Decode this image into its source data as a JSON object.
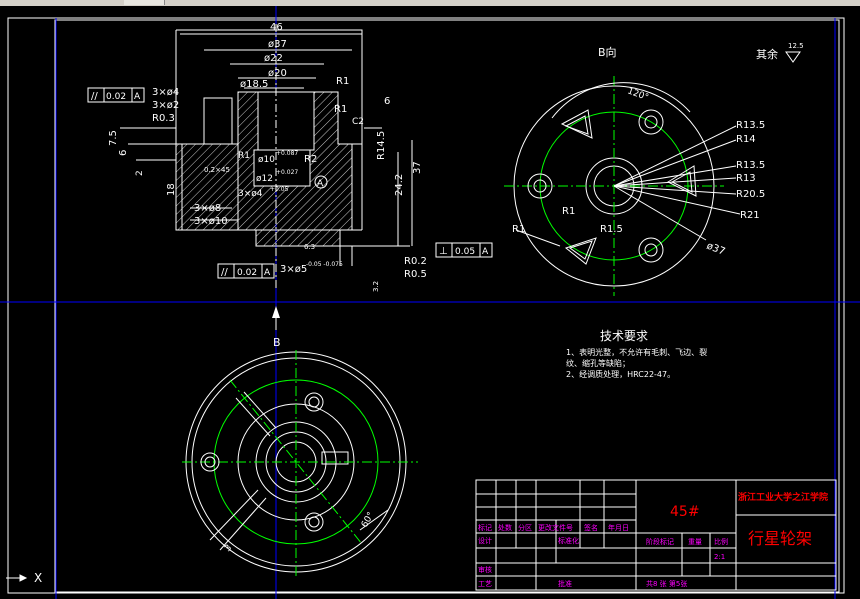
{
  "window": {
    "title_fragment": ""
  },
  "drawing": {
    "view_b_title": "B向",
    "roughness_label": "其余",
    "roughness_value": "12.5",
    "view_b_arrow": "B",
    "dims_top": {
      "d46": "46",
      "d37": "ø37",
      "d22": "ø22",
      "d20": "ø20",
      "d18_5": "ø18.5",
      "r1a": "R1",
      "r1b": "R1",
      "six": "6",
      "c2": "C2"
    },
    "dims_left": {
      "tol1_sym": "//",
      "tol1_val": "0.02",
      "tol1_ref": "A",
      "hole1": "3×ø4",
      "hole2": "3×ø2",
      "r03": "R0.3",
      "v75": "7.5",
      "v6": "6",
      "v2": "2",
      "v18": "18",
      "r1c": "R1",
      "ch": "0.2×45",
      "d3x8": "3×ø8",
      "d3x10": "3×ø10",
      "r2": "R2",
      "r1d": "R1"
    },
    "dims_mid": {
      "d10": "ø10",
      "d10_tol": "+0.087",
      "d12": "ø12",
      "d12_tol": "+0.027",
      "d3x4": "3×ø4",
      "d3x4_tol": "+0.05",
      "datum": "A",
      "r14": "R14.5"
    },
    "dims_right": {
      "v242": "24.2",
      "v37": "37",
      "r02": "R0.2",
      "r05": "R0.5",
      "tol2_sym": "⊥",
      "tol2_val": "0.05",
      "tol2_ref": "A"
    },
    "dims_bottom": {
      "tol3_sym": "//",
      "tol3_val": "0.02",
      "tol3_ref": "A",
      "d3x5": "3×ø5",
      "d3x5_tol": "-0.05\n-0.075",
      "v63": "6.3",
      "v32": "3.2"
    },
    "view_b": {
      "r13_5a": "R13.5",
      "r14": "R14",
      "r13_5b": "R13.5",
      "r13": "R13",
      "r20_5": "R20.5",
      "r21": "R21",
      "d37": "ø37",
      "r1a": "R1",
      "r1b": "R1",
      "r1_5": "R1.5",
      "angle": "120°"
    },
    "bottom_view": {
      "angle": "60°",
      "dim": "3"
    },
    "requirements": {
      "title": "技术要求",
      "line1": "1、表明光整，不允许有毛刺、飞边、裂",
      "line2": "纹、缩孔等缺陷；",
      "line3": "2、经调质处理，HRC22-47。"
    }
  },
  "title_block": {
    "material": "45#",
    "school": "浙江工业大学之江学院",
    "part_name": "行星轮架",
    "row_labels": [
      "标记",
      "处数",
      "分区",
      "更改文件号",
      "签名",
      "年月日"
    ],
    "design": "设计",
    "design_std": "标准化",
    "audit": "审核",
    "process": "工艺",
    "approve": "批准",
    "stage": "阶段标记",
    "weight": "重量",
    "scale": "比例",
    "scale_val": "2:1",
    "sheets": "共8 张 第5张"
  },
  "ucs": {
    "x": "X"
  },
  "colors": {
    "background": "#000000",
    "lines": "#ffffff",
    "center": "#00ff00",
    "border": "#0000ff",
    "dims": "#ffffff",
    "material": "#ff0000",
    "magenta": "#ff00ff"
  }
}
